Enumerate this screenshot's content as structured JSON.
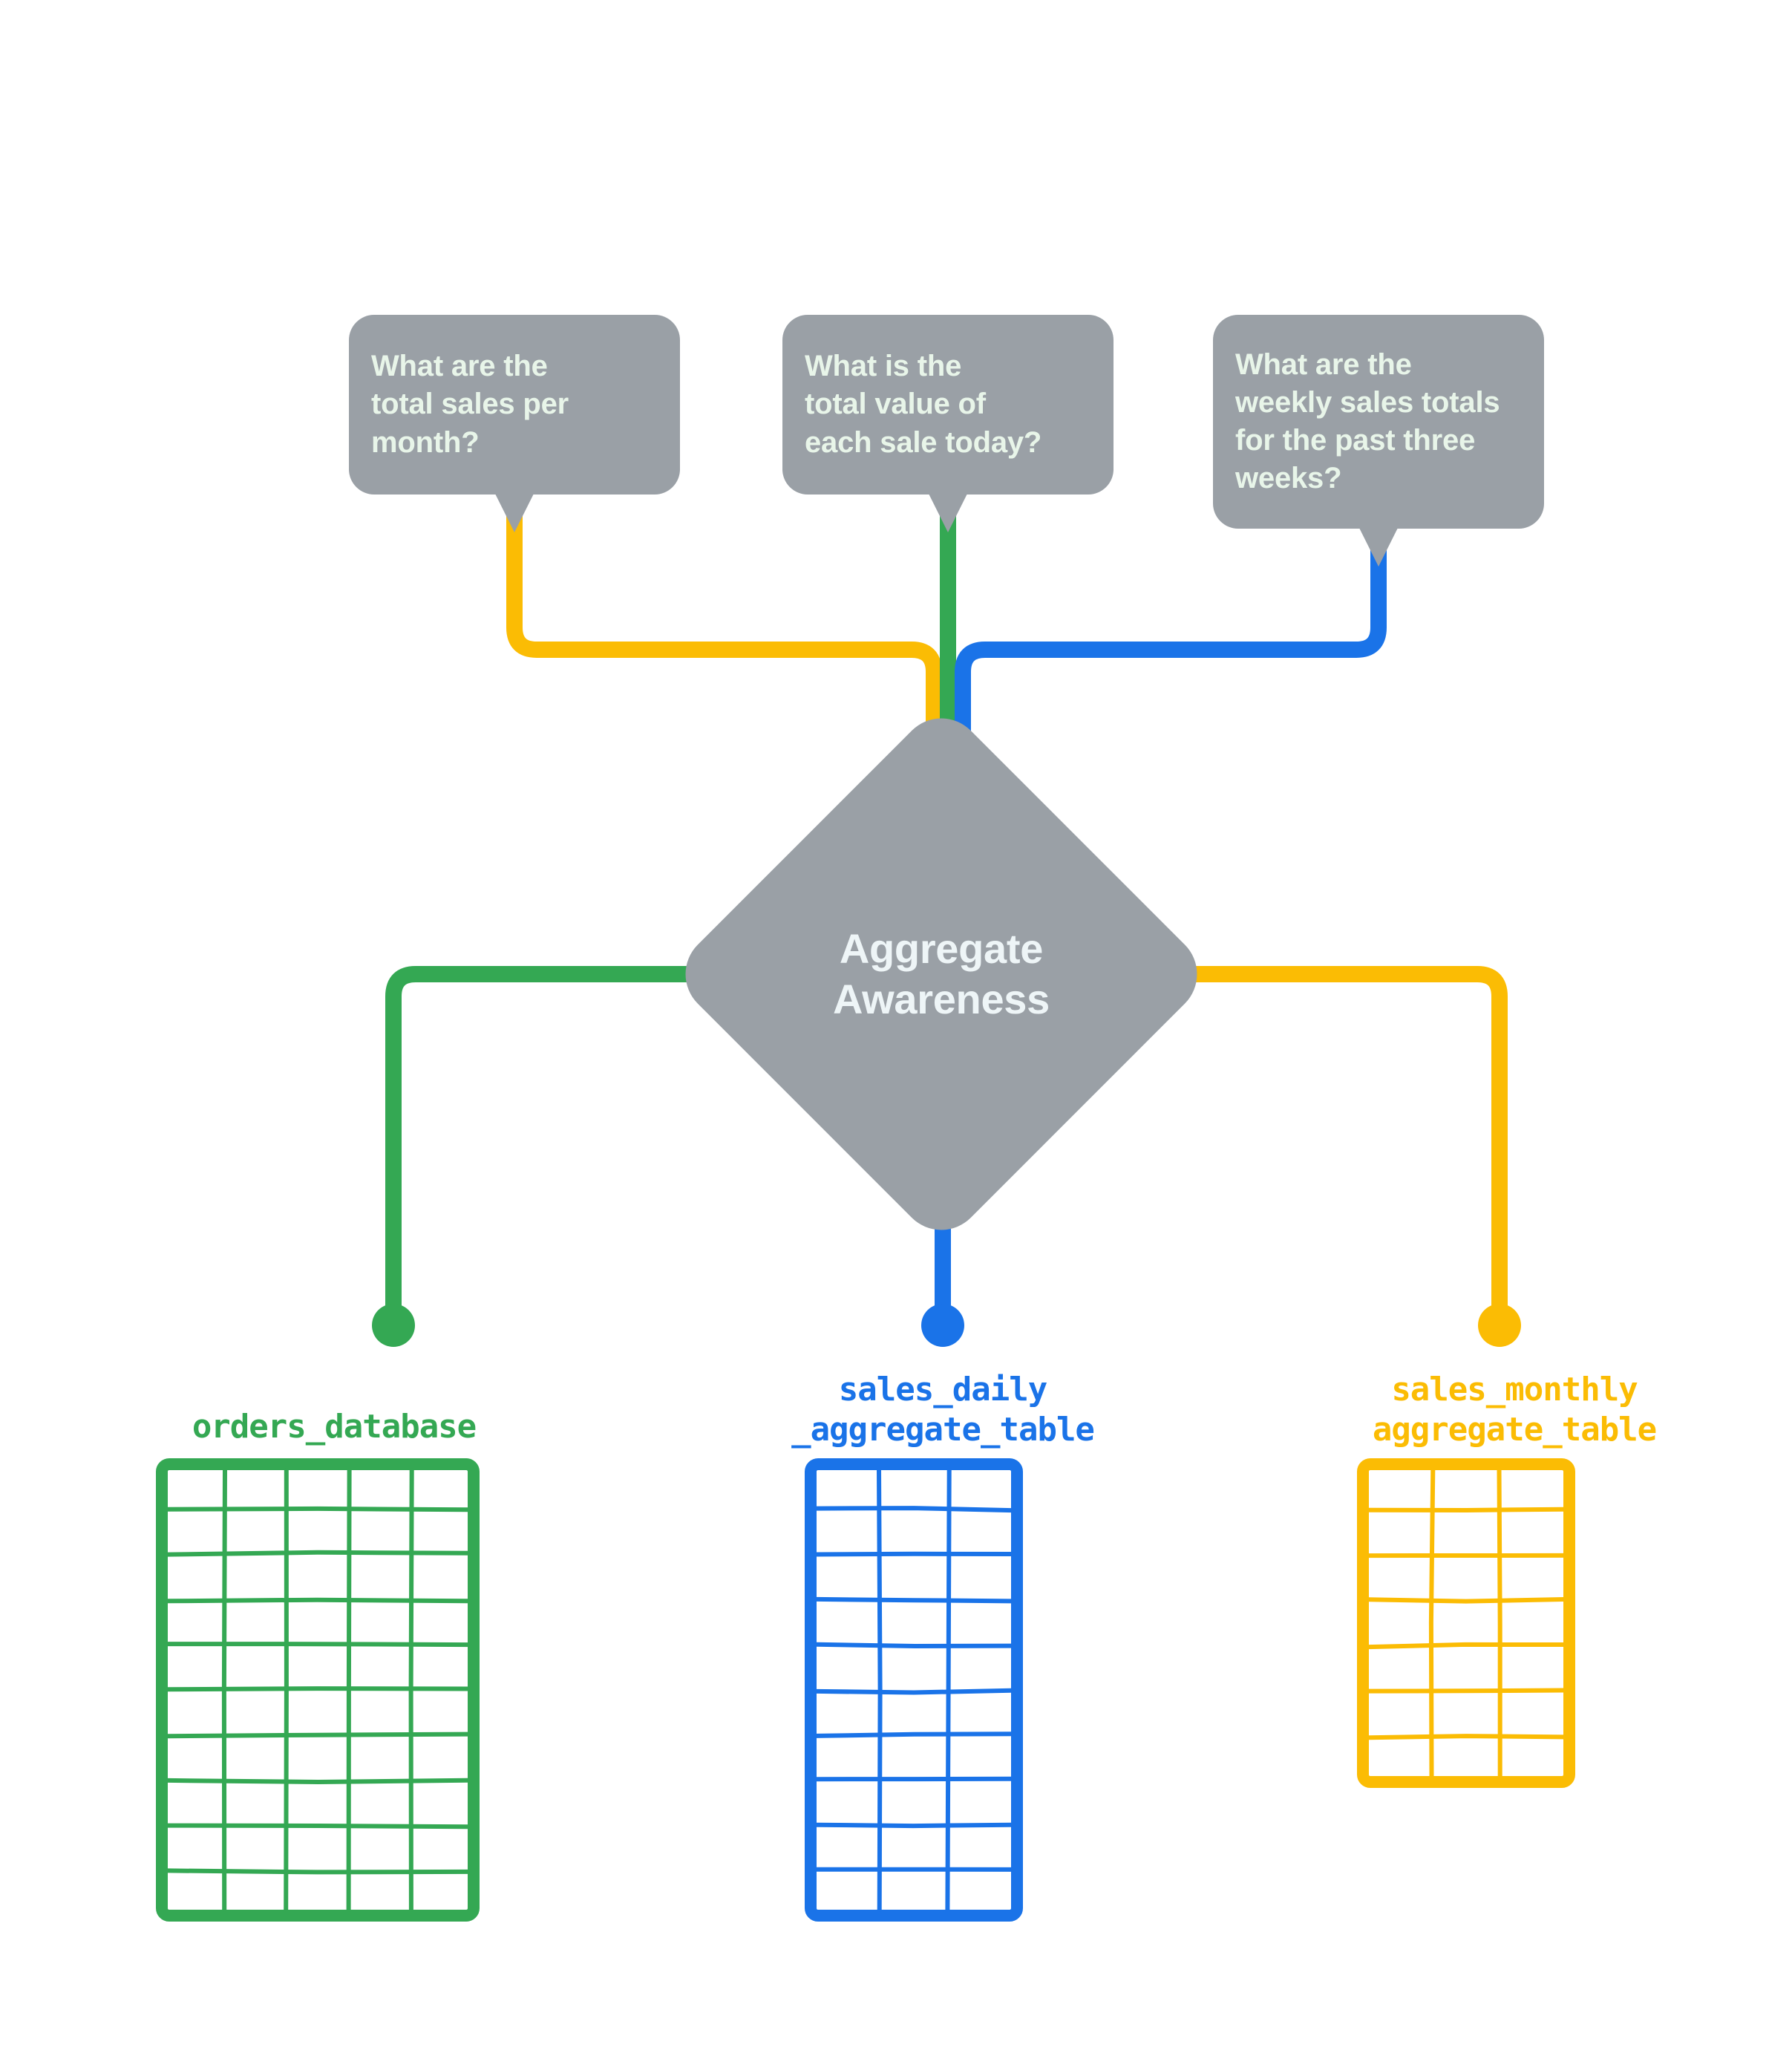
{
  "diagram": {
    "title": "Aggregate Awareness",
    "center_node": {
      "label": "Aggregate\nAwareness",
      "shape": "diamond",
      "color": "#9aa0a6"
    },
    "colors": {
      "gray": "#9aa0a6",
      "green": "#34a853",
      "blue": "#1a73e8",
      "yellow": "#fbbc04",
      "bubble_text": "#e8f5e9",
      "background": "#ffffff"
    },
    "questions": [
      {
        "id": "q-monthly",
        "text": "What are the\ntotal sales per\nmonth?",
        "color": "#fbbc04",
        "routes_to": "sales_monthly_aggregate_table"
      },
      {
        "id": "q-daily",
        "text": "What is the\ntotal value of\neach sale today?",
        "color": "#34a853",
        "routes_to": "orders_database"
      },
      {
        "id": "q-weekly",
        "text": "What are the\nweekly sales totals\nfor the past three\nweeks?",
        "color": "#1a73e8",
        "routes_to": "sales_daily_aggregate_table"
      }
    ],
    "tables": [
      {
        "id": "orders_database",
        "caption": "orders_database",
        "color": "#34a853",
        "columns": 5,
        "rows": 10
      },
      {
        "id": "sales_daily_aggregate_table",
        "caption": "sales_daily\n_aggregate_table",
        "color": "#1a73e8",
        "columns": 3,
        "rows": 10
      },
      {
        "id": "sales_monthly_aggregate_table",
        "caption": "sales_monthly\naggregate_table",
        "color": "#fbbc04",
        "columns": 3,
        "rows": 7
      }
    ]
  }
}
